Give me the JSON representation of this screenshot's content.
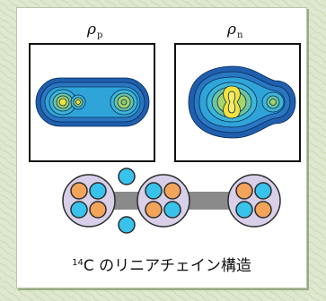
{
  "labels": {
    "rho_symbol": "ρ",
    "rho_p_sub": "p",
    "rho_n_sub": "n"
  },
  "caption": {
    "superscript": "14",
    "text": "C のリニアチェイン構造"
  },
  "colors": {
    "background": "#dde8cf",
    "contour_outer": "#1f5fae",
    "contour_mid": "#2fa4d8",
    "contour_inner": "#a6d46a",
    "contour_core": "#f3e23c",
    "proton": "#f2a45a",
    "neutron": "#38c3ec",
    "cluster": "#d8cfe8",
    "bond": "#8a8a8a"
  }
}
